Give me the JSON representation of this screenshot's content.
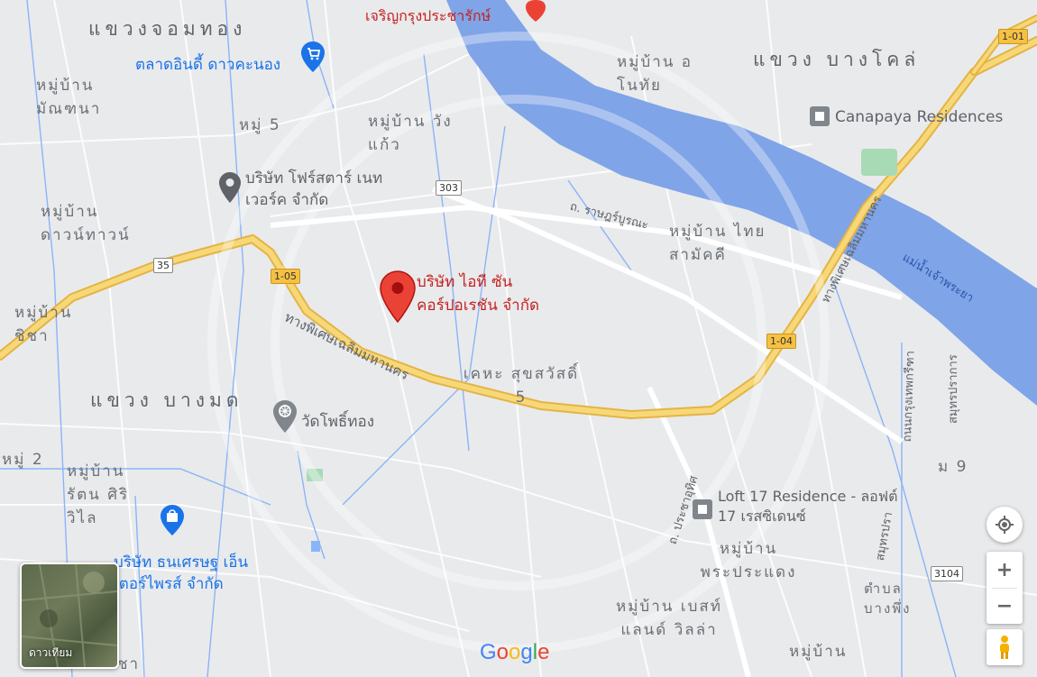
{
  "areas": {
    "chom_thong": "แขวงจอมทอง",
    "bang_kho_laem": "แขวง บางโคล่",
    "bang_mot": "แขวง บางมด"
  },
  "villages": {
    "manthana": "หมู่บ้าน มัณฑนา",
    "moo5": "หมู่ 5",
    "wang_kaeo": "หมู่บ้าน วังแก้ว",
    "anothai": "หมู่บ้าน อโนทัย",
    "downtown": "หมู่บ้าน ดาวน์ทาวน์",
    "thai_samakkhi": "หมู่บ้าน ไทยสามัคคี",
    "chicha": "หมู่บ้าน ชิชา",
    "khet_suksawat": "เคหะ สุขสวัสดิ์ 5",
    "moo2": "หมู่ 2",
    "ratana_siriwilai": "หมู่บ้าน รัตน ศิริวิไล",
    "phra_pradaeng": "หมู่บ้าน พระประแดง",
    "best_land": "หมู่บ้าน เบสท์แลนด์ วิลล่า",
    "moo9": "ม 9",
    "bottom_right": "หมู่บ้าน",
    "bottom_left": "ชา",
    "tambon_bang_phueng": "ตำบล บางพึ่ง"
  },
  "roads": {
    "ratburana": "ถ. ราษฎร์บูรณะ",
    "expressway_west": "ทางพิเศษเฉลิมมหานคร",
    "expressway_east": "ทางพิเศษเฉลิมมหานคร",
    "prachauthit": "ถ. ประชาอุทิศ",
    "krungthep_kritha": "ถนนกรุงเทพกรีฑา",
    "samut_prakan": "สมุทรปราการ",
    "samut_prakan2": "สมุทรปรา"
  },
  "river": "แม่น้ำเจ้าพระยา",
  "shields": {
    "s101": "1-01",
    "s105": "1-05",
    "s104": "1-04",
    "s303": "303",
    "s35": "35",
    "s3104": "3104"
  },
  "pois": {
    "talat_indy": "ตลาดอินดี้ ดาวคะนอง",
    "charoen": "เจริญกรุงประชารักษ์",
    "canapaya": "Canapaya Residences",
    "force_star": "บริษัท โฟร์สตาร์ เนทเวอร์ค จำกัด",
    "wat_pho_thong": "วัดโพธิ์ทอง",
    "loft17": "Loft 17 Residence - ลอฟต์ 17 เรสซิเดนซ์",
    "thanasethaf": "บริษัท ธนเศรษฐ เอ็น เตอร์ไพรส์ จำกัด"
  },
  "marker": {
    "label_line1": "บริษัท ไอที ซัน",
    "label_line2": "คอร์ปอเรชัน จำกัด"
  },
  "controls": {
    "zoom_in": "+",
    "zoom_out": "−"
  },
  "satellite_label": "ดาวเทียม",
  "brand": "Google",
  "colors": {
    "water": "#7fa4e8",
    "expressway": "#f2cf6b",
    "marker": "#e53935",
    "poi_blue": "#1a73e8"
  }
}
